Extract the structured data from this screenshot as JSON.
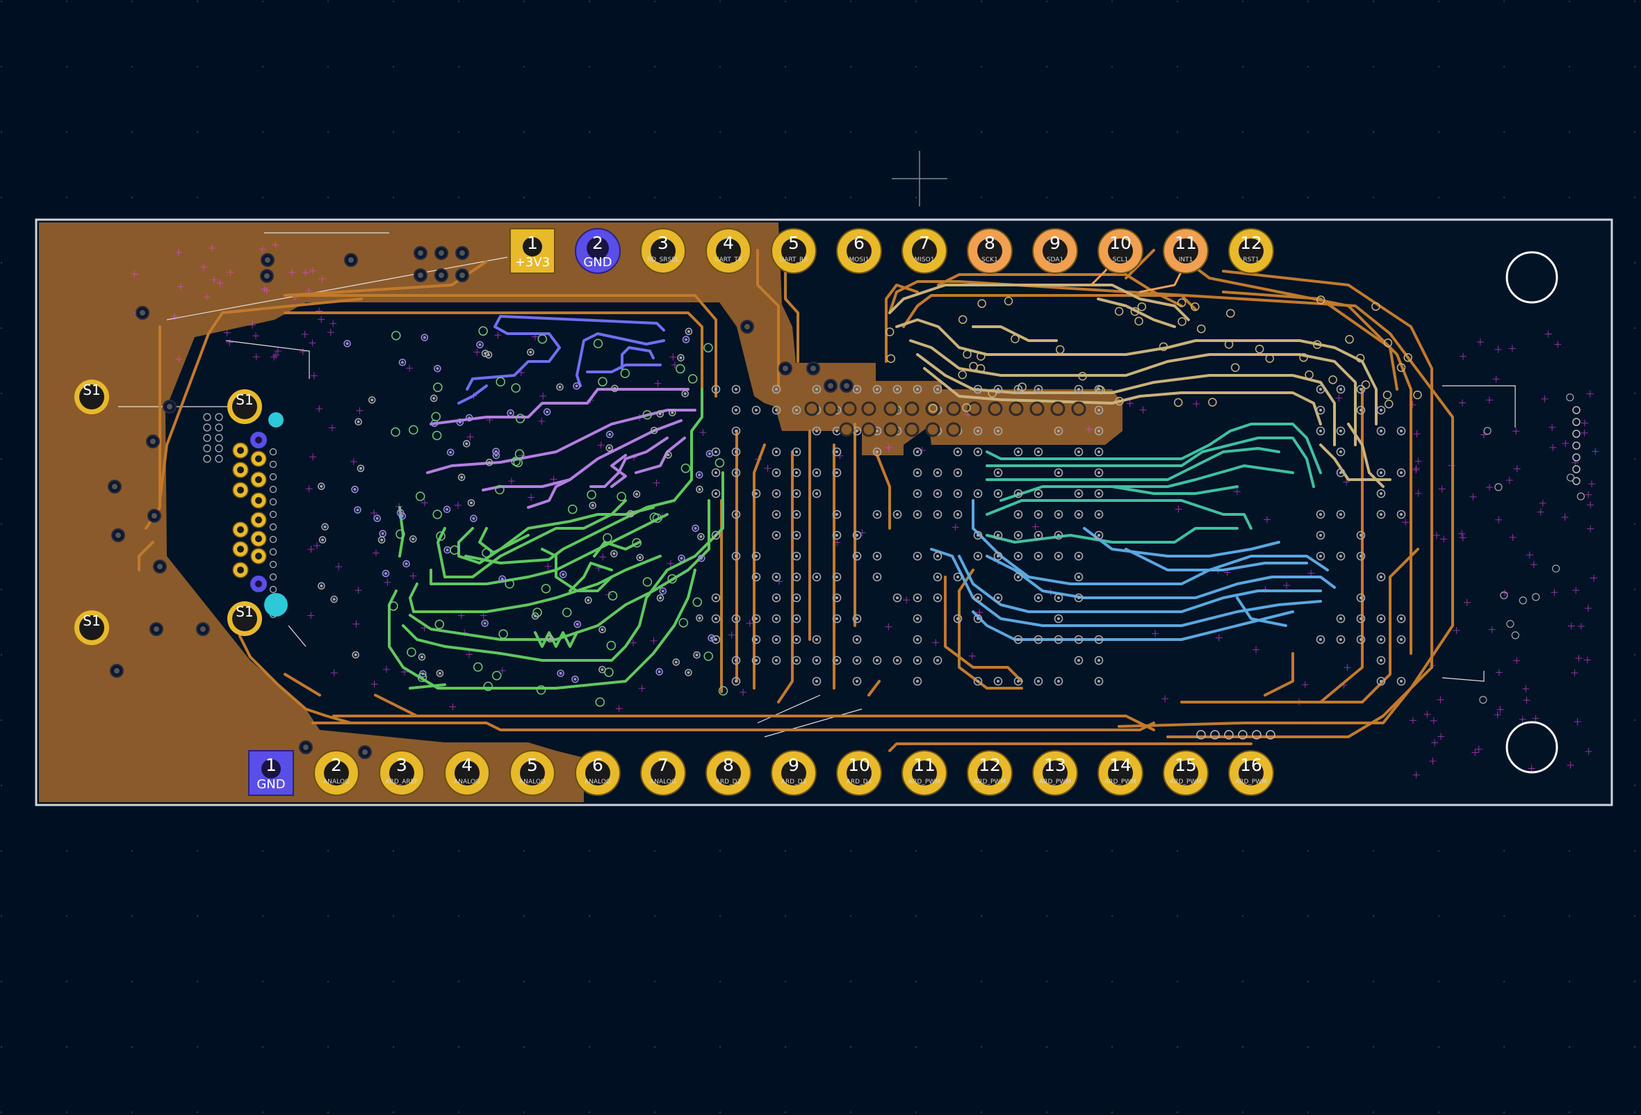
{
  "colors": {
    "background": "#001023",
    "copper": "#8a5a2b",
    "copper_trace": "#c27a2c",
    "pad": "#e8b92a",
    "pad_hole": "#1a1a1a",
    "board_edge": "#cfd6dc",
    "via": "#c8c8c8",
    "ratsnest": "#ff40ff",
    "net_blue": "#6f6ff0",
    "net_violet": "#b37fe0",
    "net_green": "#5ec85e",
    "net_teal": "#3ec0a0",
    "net_cyan": "#5aa8e0",
    "net_tan": "#c9b27a",
    "net_orange": "#f0a050",
    "pad_gnd": "#5a4ee8",
    "cyan_dot": "#2ec8d8"
  },
  "top_header": {
    "pins": [
      {
        "num": "1",
        "net": "+3V3",
        "style": "square"
      },
      {
        "num": "2",
        "net": "GND",
        "style": "gnd"
      },
      {
        "num": "3",
        "net": "RD_SRSEL",
        "style": "round"
      },
      {
        "num": "4",
        "net": "UART_TX",
        "style": "round"
      },
      {
        "num": "5",
        "net": "UART_RX",
        "style": "round"
      },
      {
        "num": "6",
        "net": "MOSI1",
        "style": "round"
      },
      {
        "num": "7",
        "net": "MISO1",
        "style": "round"
      },
      {
        "num": "8",
        "net": "SCK1",
        "style": "orange"
      },
      {
        "num": "9",
        "net": "SDA1",
        "style": "orange"
      },
      {
        "num": "10",
        "net": "SCL1",
        "style": "orange"
      },
      {
        "num": "11",
        "net": "INT1",
        "style": "orange"
      },
      {
        "num": "12",
        "net": "RST1",
        "style": "round"
      }
    ]
  },
  "bottom_header": {
    "pins": [
      {
        "num": "1",
        "net": "GND",
        "style": "gnd-square"
      },
      {
        "num": "2",
        "net": "ANALOG",
        "style": "round"
      },
      {
        "num": "3",
        "net": "ARD_AREF",
        "style": "round"
      },
      {
        "num": "4",
        "net": "ANALOG",
        "style": "round"
      },
      {
        "num": "5",
        "net": "ANALOG",
        "style": "round"
      },
      {
        "num": "6",
        "net": "ANALOG",
        "style": "round"
      },
      {
        "num": "7",
        "net": "ANALOG",
        "style": "round"
      },
      {
        "num": "8",
        "net": "ARD_D2",
        "style": "round"
      },
      {
        "num": "9",
        "net": "ARD_D3",
        "style": "round"
      },
      {
        "num": "10",
        "net": "ARD_D4",
        "style": "round"
      },
      {
        "num": "11",
        "net": "ARD_PWM",
        "style": "round"
      },
      {
        "num": "12",
        "net": "ARD_PWM",
        "style": "round"
      },
      {
        "num": "13",
        "net": "ARD_PWM",
        "style": "round"
      },
      {
        "num": "14",
        "net": "ARD_PWM",
        "style": "round"
      },
      {
        "num": "15",
        "net": "ARD_PWM",
        "style": "round"
      },
      {
        "num": "16",
        "net": "ARD_PWM",
        "style": "round"
      }
    ]
  },
  "shield_pads": [
    {
      "label": "S1"
    },
    {
      "label": "S1"
    },
    {
      "label": "S1"
    },
    {
      "label": "S1"
    }
  ],
  "mounting_holes": [
    {
      "name": "mounting-hole-top-right"
    },
    {
      "name": "mounting-hole-bottom-right"
    }
  ]
}
